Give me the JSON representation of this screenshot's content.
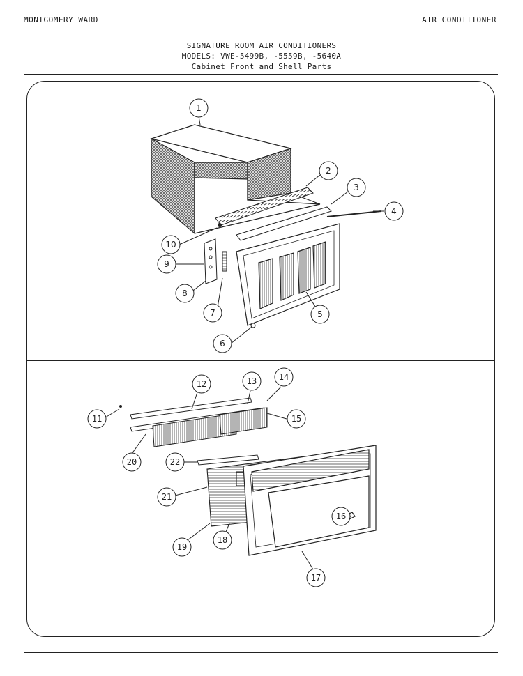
{
  "header": {
    "brand": "MONTGOMERY WARD",
    "category": "AIR CONDITIONER"
  },
  "title": {
    "line1": "SIGNATURE ROOM AIR CONDITIONERS",
    "line2": "MODELS: VWE-5499B, -5559B, -5640A",
    "line3": "Cabinet Front and Shell Parts"
  },
  "callouts_top": [
    "1",
    "2",
    "3",
    "4",
    "5",
    "6",
    "7",
    "8",
    "9",
    "10"
  ],
  "callouts_bottom": [
    "11",
    "12",
    "13",
    "14",
    "15",
    "16",
    "17",
    "18",
    "19",
    "20",
    "21",
    "22"
  ]
}
